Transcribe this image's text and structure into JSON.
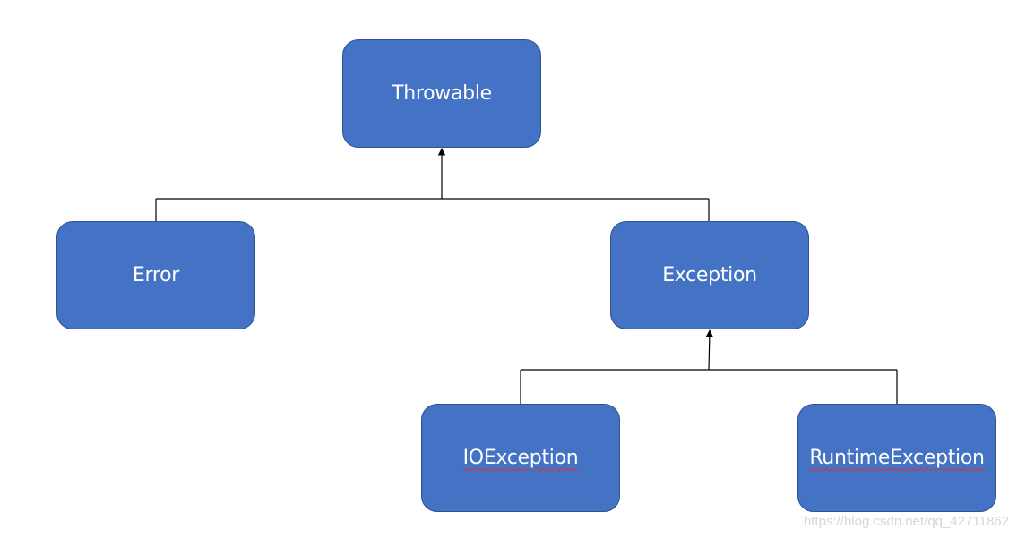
{
  "nodes": {
    "throwable": "Throwable",
    "error": "Error",
    "exception": "Exception",
    "ioexception": "IOException",
    "runtimeexception": "RuntimeException"
  },
  "watermark": "https://blog.csdn.net/qq_42711862",
  "colors": {
    "node_fill": "#4472c4",
    "node_border": "#2f528f",
    "node_text": "#ffffff",
    "connector": "#000000",
    "spellcheck_underline": "#e03030"
  }
}
